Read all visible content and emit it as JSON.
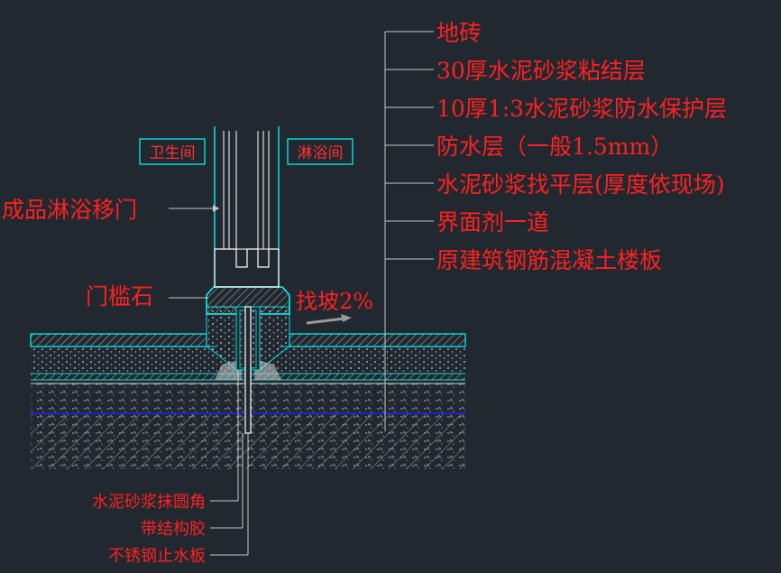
{
  "layer_labels": [
    "地砖",
    "30厚水泥砂浆粘结层",
    "10厚1:3水泥砂浆防水保护层",
    "防水层（一般1.5mm）",
    "水泥砂浆找平层(厚度依现场)",
    "界面剂一道",
    "原建筑钢筋混凝土楼板"
  ],
  "room_left": "卫生间",
  "room_right": "淋浴间",
  "door_label": "成品淋浴移门",
  "threshold_label": "门槛石",
  "slope_label": "找坡2%",
  "bottom_labels": [
    "水泥砂浆抹圆角",
    "带结构胶",
    "不锈钢止水板"
  ],
  "colors": {
    "background": "#212830",
    "label_red": "#ff2020",
    "cyan": "#00ffff",
    "white": "#ffffff",
    "leader": "#c8c8c8",
    "blue_line": "#2020ff"
  }
}
